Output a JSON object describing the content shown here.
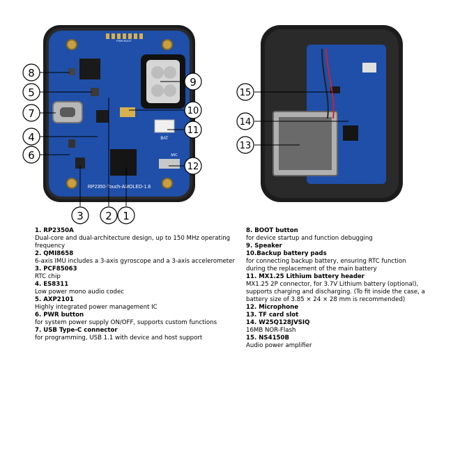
{
  "board": {
    "chip_text": "RP2350-Touch-AMOLED-1.8",
    "silk_bat": "BAT",
    "silk_mic": "MIC",
    "silk_pwr": "PWR BOOT"
  },
  "callouts": [
    {
      "num": "1"
    },
    {
      "num": "2"
    },
    {
      "num": "3"
    },
    {
      "num": "4"
    },
    {
      "num": "5"
    },
    {
      "num": "6"
    },
    {
      "num": "7"
    },
    {
      "num": "8"
    },
    {
      "num": "9"
    },
    {
      "num": "10"
    },
    {
      "num": "11"
    },
    {
      "num": "12"
    },
    {
      "num": "13"
    },
    {
      "num": "14"
    },
    {
      "num": "15"
    }
  ],
  "legend_left": [
    {
      "title": "1. RP2350A",
      "desc": "Dual-core and dual-architecture design, up to 150 MHz operating frequency"
    },
    {
      "title": "2. QMI8658",
      "desc": "6-axis IMU includes a 3-axis gyroscope and a 3-axis accelerometer"
    },
    {
      "title": "3. PCF85063",
      "desc": "RTC chip"
    },
    {
      "title": "4. ES8311",
      "desc": "Low power mono audio codec"
    },
    {
      "title": "5. AXP2101",
      "desc": "Highly integrated power management IC"
    },
    {
      "title": "6. PWR button",
      "desc": "for system power supply ON/OFF, supports custom functions"
    },
    {
      "title": "7. USB Type-C connector",
      "desc": "for programming, USB 1.1 with device and host support"
    }
  ],
  "legend_right": [
    {
      "title": "8. BOOT button",
      "desc": "for device startup and function debugging"
    },
    {
      "title": "9. Speaker",
      "desc": ""
    },
    {
      "title": "10.Backup battery pads",
      "desc": "for connecting backup battery, ensuring RTC function during the replacement of the main battery"
    },
    {
      "title": "11. MX1.25 Lithium battery header",
      "desc": "MX1.25 2P connector, for 3.7V Lithium battery (optional), supports charging and discharging. (To fit inside the case, a battery size of 3.85 × 24 × 28 mm is recommended)"
    },
    {
      "title": "12. Microphone",
      "desc": ""
    },
    {
      "title": "13. TF card slot",
      "desc": ""
    },
    {
      "title": "14. W25Q128JVSIQ",
      "desc": "16MB NOR-Flash"
    },
    {
      "title": "15. NS4150B",
      "desc": "Audio power amplifier"
    }
  ]
}
